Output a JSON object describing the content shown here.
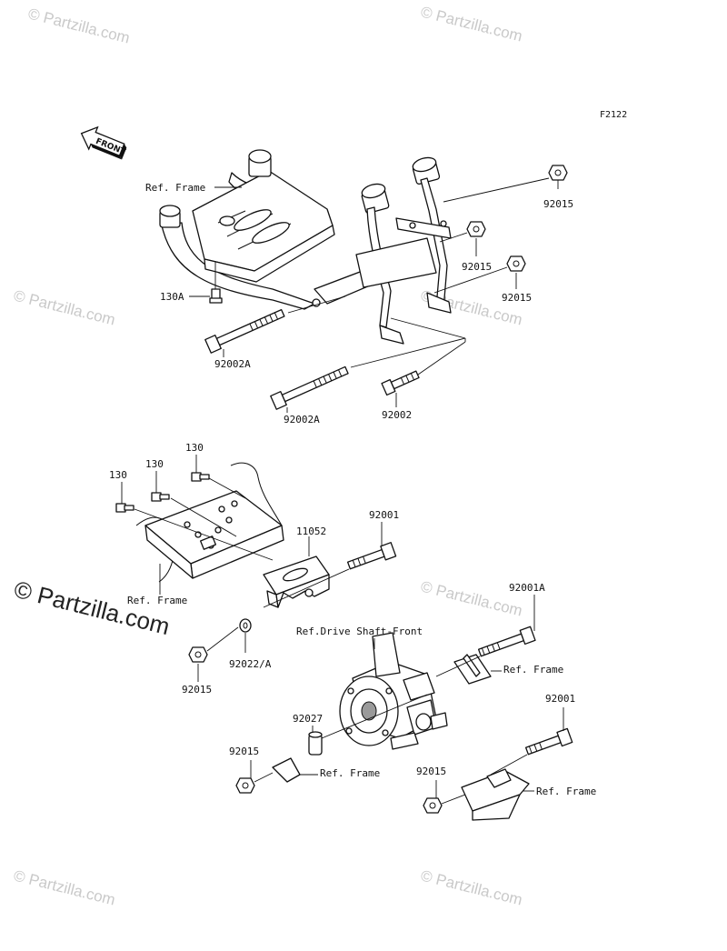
{
  "figure_code": "F2122",
  "watermarks": [
    {
      "text": "© Partzilla.com",
      "style": "faint"
    },
    {
      "text": "© Partzilla.com",
      "style": "faint"
    },
    {
      "text": "© Partzilla.com",
      "style": "faint"
    },
    {
      "text": "© Partzilla.com",
      "style": "faint"
    },
    {
      "text": "© Partzilla.com",
      "style": "faint"
    },
    {
      "text": "© Partzilla.com",
      "style": "faint"
    },
    {
      "text": "© Partzilla.com",
      "style": "faint"
    },
    {
      "text": "© Partzilla.com",
      "style": "dark"
    }
  ],
  "front_arrow": {
    "text": "FRONT",
    "icon": "front-arrow-icon"
  },
  "labels": {
    "ref_frame_top": "Ref. Frame",
    "p92015_a": "92015",
    "p92015_b": "92015",
    "p92015_c": "92015",
    "p130A": "130A",
    "p92002A_a": "92002A",
    "p92002A_b": "92002A",
    "p92002": "92002",
    "p130_a": "130",
    "p130_b": "130",
    "p130_c": "130",
    "p11052": "11052",
    "p92001_a": "92001",
    "ref_frame_mid": "Ref. Frame",
    "p92001A": "92001A",
    "ref_drive_shaft": "Ref.Drive Shaft-Front",
    "ref_frame_right": "Ref. Frame",
    "p92022A": "92022/A",
    "p92015_d": "92015",
    "p92001_b": "92001",
    "p92027": "92027",
    "p92015_e": "92015",
    "ref_frame_low": "Ref. Frame",
    "p92015_f": "92015",
    "ref_frame_lowright": "Ref. Frame"
  },
  "colors": {
    "line": "#111111",
    "watermark": "#c9c9c9",
    "background": "#ffffff"
  }
}
